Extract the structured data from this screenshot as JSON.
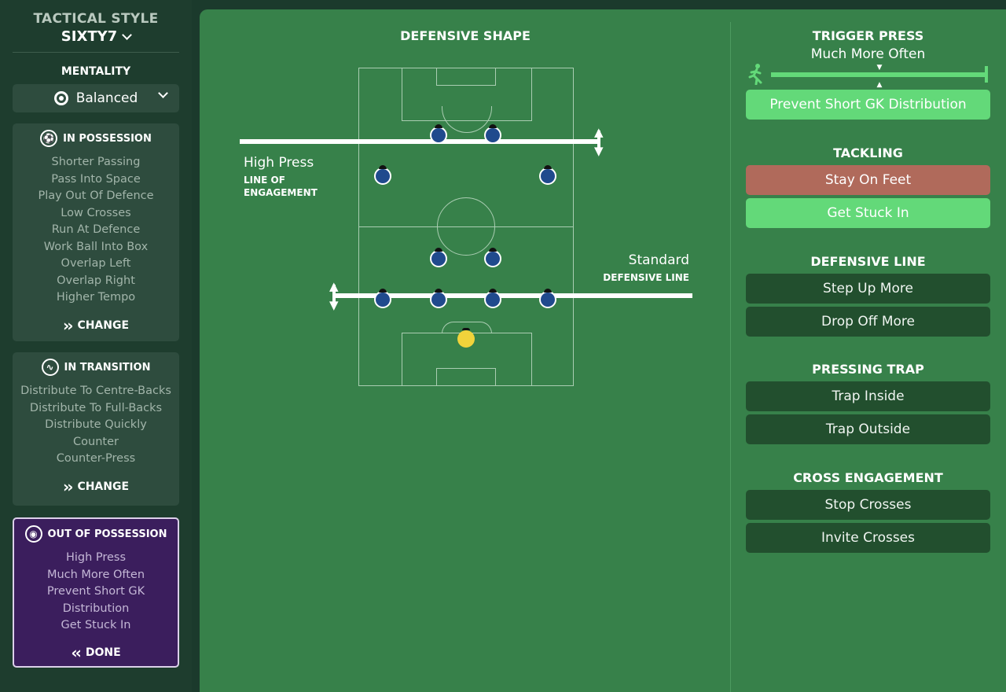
{
  "sidebar": {
    "tactical_style_title": "TACTICAL STYLE",
    "tactical_style_name": "SIXTY7",
    "mentality_title": "MENTALITY",
    "mentality_value": "Balanced",
    "cards": [
      {
        "title": "IN POSSESSION",
        "icon": "ball-icon",
        "items": [
          "Shorter Passing",
          "Pass Into Space",
          "Play Out Of Defence",
          "Low Crosses",
          "Run At Defence",
          "Work Ball Into Box",
          "Overlap Left",
          "Overlap Right",
          "Higher Tempo"
        ],
        "button": "CHANGE"
      },
      {
        "title": "IN TRANSITION",
        "icon": "transition-icon",
        "items": [
          "Distribute To Centre-Backs",
          "Distribute To Full-Backs",
          "Distribute Quickly",
          "Counter",
          "Counter-Press"
        ],
        "button": "CHANGE"
      },
      {
        "title": "OUT OF POSSESSION",
        "icon": "shield-ball-icon",
        "items": [
          "High Press",
          "Much More Often",
          "Prevent Short GK",
          "Distribution",
          "Get Stuck In"
        ],
        "button": "DONE"
      }
    ]
  },
  "shape": {
    "title": "DEFENSIVE SHAPE",
    "engagement_value": "High Press",
    "engagement_label_1": "LINE OF",
    "engagement_label_2": "ENGAGEMENT",
    "defline_value": "Standard",
    "defline_label": "DEFENSIVE LINE"
  },
  "right": {
    "trigger_title": "TRIGGER PRESS",
    "trigger_value": "Much More Often",
    "trigger_level": 0.5,
    "trigger_button": "Prevent Short GK Distribution",
    "tackling_title": "TACKLING",
    "tackling_options": [
      "Stay On Feet",
      "Get Stuck In"
    ],
    "defline_title": "DEFENSIVE LINE",
    "defline_options": [
      "Step Up More",
      "Drop Off More"
    ],
    "trap_title": "PRESSING TRAP",
    "trap_options": [
      "Trap Inside",
      "Trap Outside"
    ],
    "cross_title": "CROSS ENGAGEMENT",
    "cross_options": [
      "Stop Crosses",
      "Invite Crosses"
    ]
  },
  "colors": {
    "selected_green": "#63d979",
    "selected_red": "#b06a5b",
    "out_of_possession_purple": "#3b1e5d",
    "player_blue": "#204a8d",
    "goalkeeper_yellow": "#f1d33b"
  }
}
